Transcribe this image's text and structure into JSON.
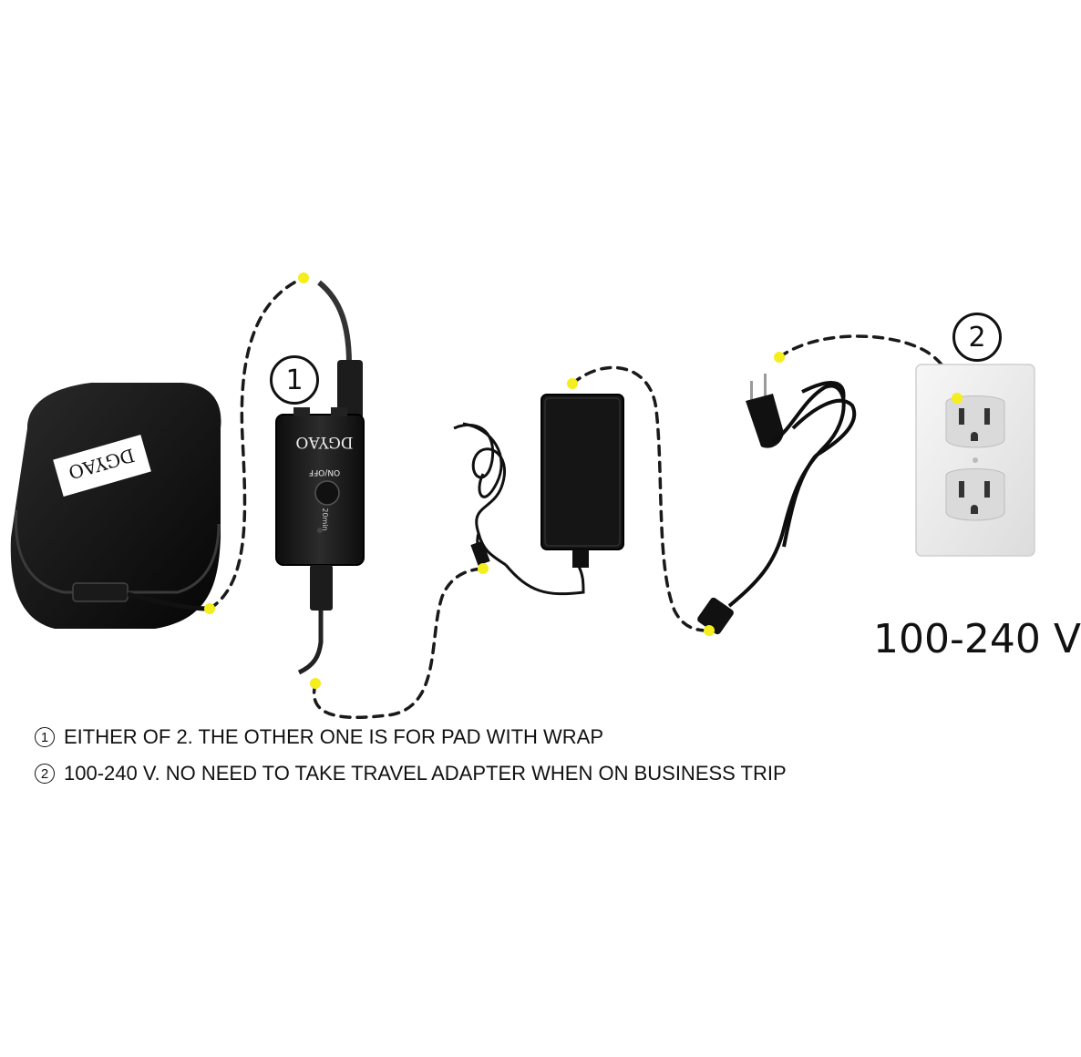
{
  "markers": {
    "one": "1",
    "two": "2"
  },
  "voltage_label": "100-240 V",
  "device": {
    "brand": "DGYAO",
    "switch_label": "ON/OFF",
    "timer_label": "20min"
  },
  "pad": {
    "brand": "DGYAO"
  },
  "notes": [
    {
      "num": "1",
      "text": "EITHER OF 2. THE OTHER ONE IS FOR PAD WITH WRAP"
    },
    {
      "num": "2",
      "text": "100-240 V. NO NEED TO TAKE  TRAVEL ADAPTER WHEN ON BUSINESS TRIP"
    }
  ],
  "colors": {
    "dot": "#f5ee1e",
    "dash": "#1a1a1a",
    "device": "#1b1b1b",
    "outlet": "#eeeeee"
  },
  "icons": [
    "power-outlet-icon",
    "plug-icon",
    "power-adapter-icon",
    "controller-icon",
    "heating-pad-icon"
  ]
}
